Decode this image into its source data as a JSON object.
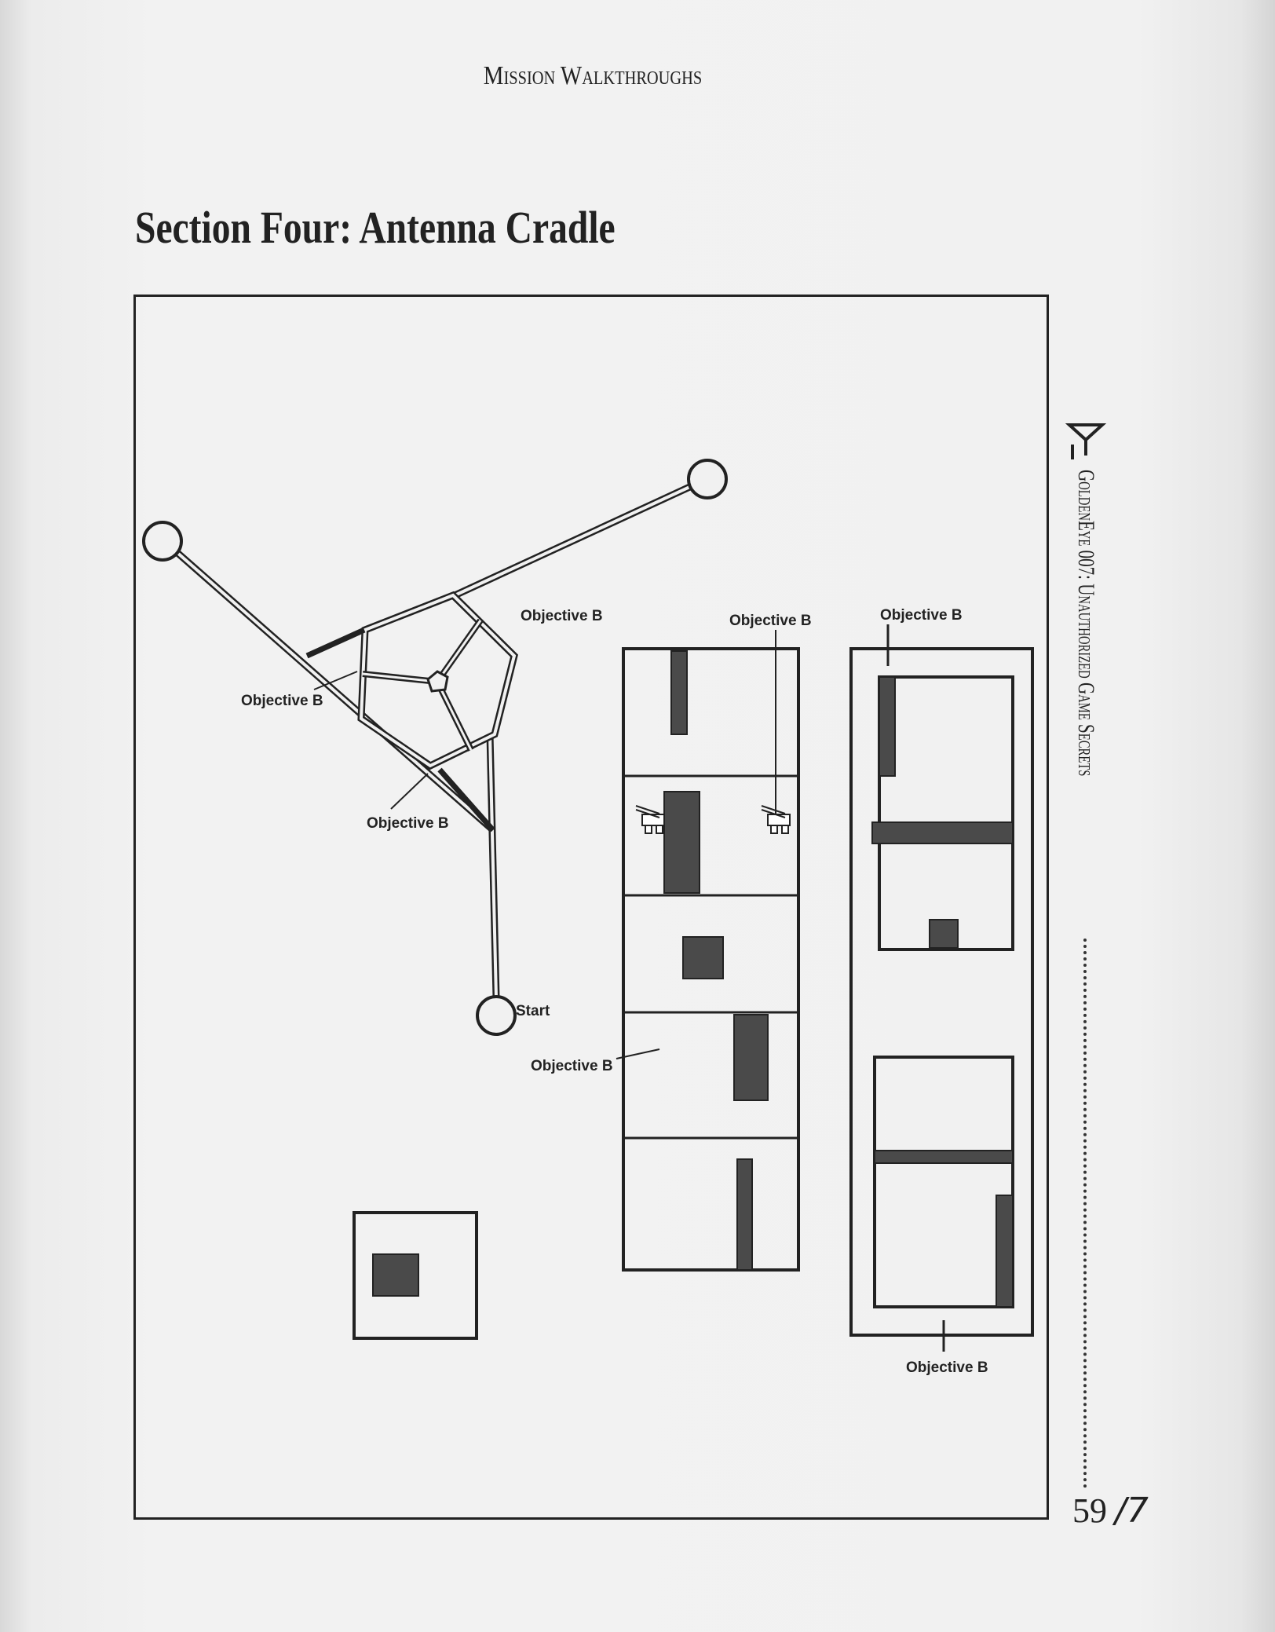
{
  "header": "Mission Walkthroughs",
  "title": "Section Four: Antenna Cradle",
  "map": {
    "labels": {
      "obj_b": "Objective B",
      "start": "Start"
    }
  },
  "sidebar": {
    "book_title": "GoldenEye 007: Unauthorized Game Secrets",
    "page_number": "59",
    "handwritten": "/7"
  },
  "colors": {
    "ink": "#222222",
    "fill": "#4a4a4a"
  }
}
